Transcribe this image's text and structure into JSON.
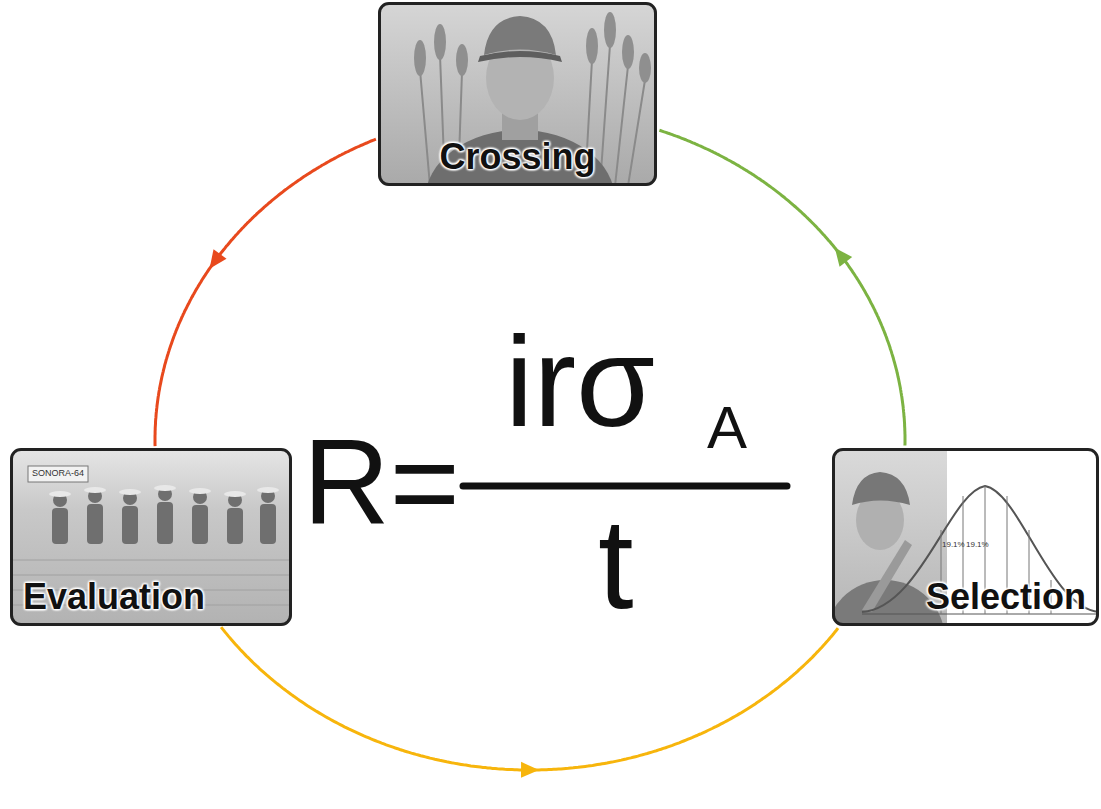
{
  "diagram": {
    "nodes": [
      {
        "text": [
          "Crossing"
        ]
      },
      {
        "text": [
          "Evaluation"
        ]
      },
      {
        "text": [
          "Selection"
        ]
      }
    ],
    "edges": [
      {
        "from": 0,
        "to": 1,
        "arrow": "to"
      },
      {
        "from": 1,
        "to": 2,
        "arrow": "to"
      },
      {
        "from": 2,
        "to": 0,
        "arrow": "to"
      }
    ],
    "labels": [
      "R=",
      "irσ",
      "A",
      "t",
      "SONORA-64",
      "19.1%",
      "19.1%"
    ]
  }
}
